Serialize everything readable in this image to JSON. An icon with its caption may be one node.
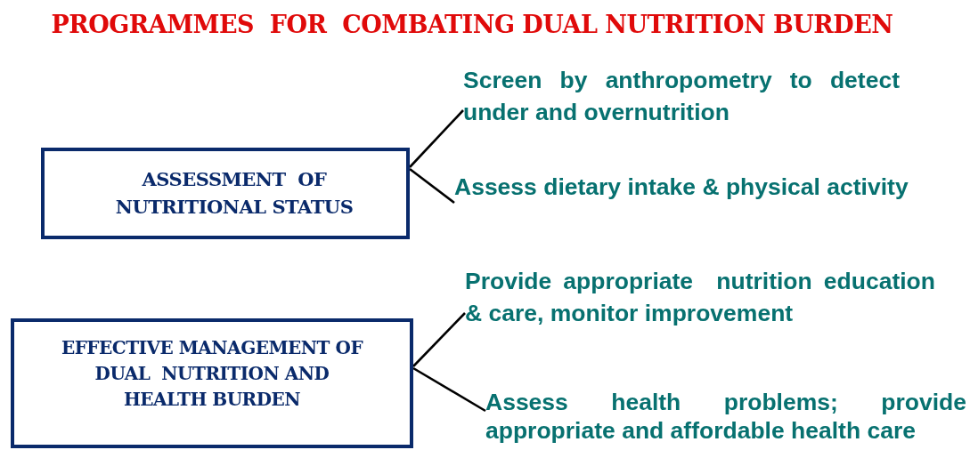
{
  "diagram": {
    "title": "PROGRAMMES  FOR  COMBATING DUAL NUTRITION BURDEN",
    "nodes": [
      {
        "text": [
          "ASSESSMENT  OF NUTRITIONAL STATUS"
        ]
      },
      {
        "text": [
          "Screen by anthropometry to detect under and overnutrition"
        ]
      },
      {
        "text": [
          "Assess dietary intake & physical activity"
        ]
      },
      {
        "text": [
          "EFFECTIVE MANAGEMENT OF DUAL  NUTRITION AND HEALTH BURDEN"
        ]
      },
      {
        "text": [
          "Provide appropriate  nutrition education & care, monitor improvement"
        ]
      },
      {
        "text": [
          "Assess health problems; provide appropriate and affordable health care"
        ]
      }
    ],
    "edges": [
      {
        "from": 0,
        "to": 1,
        "arrow": "none"
      },
      {
        "from": 0,
        "to": 2,
        "arrow": "none"
      },
      {
        "from": 3,
        "to": 4,
        "arrow": "none"
      },
      {
        "from": 3,
        "to": 5,
        "arrow": "none"
      }
    ]
  }
}
